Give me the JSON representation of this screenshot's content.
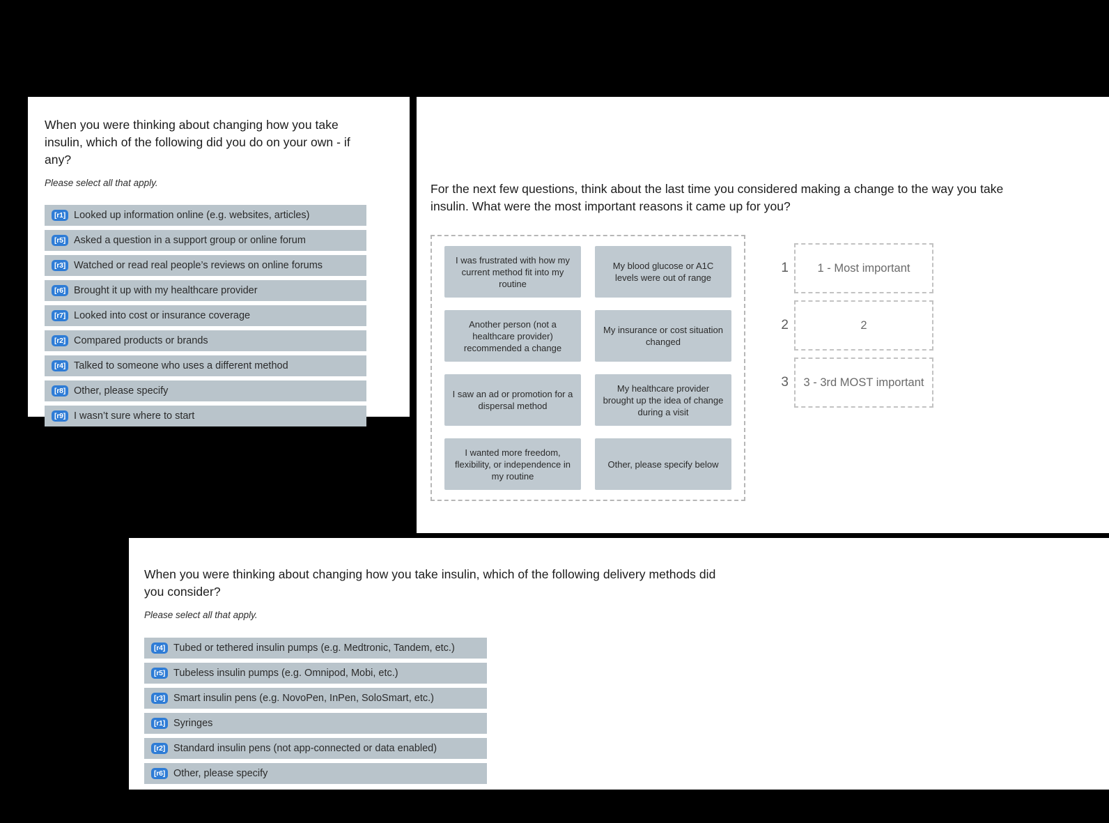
{
  "panels": {
    "methods_own": {
      "question": "When you were thinking about changing how you take insulin, which of the following did you do on your own - if any?",
      "instruction": "Please select all that apply.",
      "options": [
        {
          "badge": "[r1]",
          "label": "Looked up information online (e.g. websites, articles)"
        },
        {
          "badge": "[r5]",
          "label": "Asked a question in a support group or online forum"
        },
        {
          "badge": "[r3]",
          "label": "Watched or read real people’s reviews on online forums"
        },
        {
          "badge": "[r6]",
          "label": "Brought it up with my healthcare provider"
        },
        {
          "badge": "[r7]",
          "label": "Looked into cost or insurance coverage"
        },
        {
          "badge": "[r2]",
          "label": "Compared products or brands"
        },
        {
          "badge": "[r4]",
          "label": "Talked to someone who uses a different method"
        },
        {
          "badge": "[r8]",
          "label": "Other, please specify"
        },
        {
          "badge": "[r9]",
          "label": "I wasn’t sure where to start"
        }
      ]
    },
    "reasons_rank": {
      "question": "For the next few questions, think about the last time you considered making a change to the way you take insulin. What were the most important reasons it came up for you?",
      "cards": [
        "I was frustrated with how my current method fit into my routine",
        "My blood glucose or A1C levels were out of range",
        "Another person (not a healthcare provider) recommended a change",
        "My insurance or cost situation changed",
        "I saw an ad or promotion for a dispersal method",
        "My healthcare provider brought up the idea of change during a visit",
        "I wanted more freedom, flexibility, or independence in my routine",
        "Other, please specify below"
      ],
      "rank_slots": [
        {
          "number": "1",
          "placeholder": "1 - Most important"
        },
        {
          "number": "2",
          "placeholder": "2"
        },
        {
          "number": "3",
          "placeholder": "3 - 3rd MOST important"
        }
      ]
    },
    "delivery_methods": {
      "question": "When you were thinking about changing how you take insulin, which of the following delivery methods did you consider?",
      "instruction": "Please select all that apply.",
      "options": [
        {
          "badge": "[r4]",
          "label": "Tubed or tethered insulin pumps (e.g. Medtronic, Tandem, etc.)"
        },
        {
          "badge": "[r5]",
          "label": "Tubeless insulin pumps (e.g. Omnipod, Mobi, etc.)"
        },
        {
          "badge": "[r3]",
          "label": "Smart insulin pens (e.g. NovoPen, InPen, SoloSmart, etc.)"
        },
        {
          "badge": "[r1]",
          "label": "Syringes"
        },
        {
          "badge": "[r2]",
          "label": "Standard insulin pens (not app-connected or data enabled)"
        },
        {
          "badge": "[r6]",
          "label": "Other, please specify"
        }
      ]
    }
  },
  "colors": {
    "badge_blue": "#2e7cd6",
    "option_bg": "#b9c4cb",
    "card_bg": "#bfc9d0",
    "page_bg": "#000000",
    "panel_bg": "#ffffff"
  }
}
